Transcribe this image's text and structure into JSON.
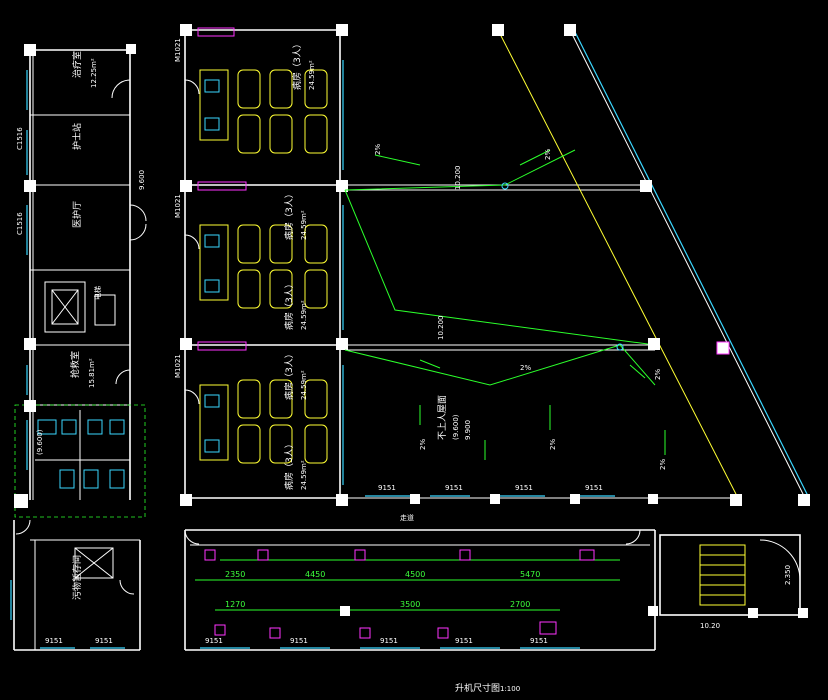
{
  "drawing": {
    "title": "升机尺寸图",
    "scale": "1:100"
  },
  "rooms": {
    "treatment": {
      "name": "治疗室",
      "area": "12.25m²"
    },
    "nurse_station": {
      "name": "护士站"
    },
    "lounge": {
      "name": "医护厅"
    },
    "elevator": {
      "name": "电梯"
    },
    "observation": {
      "name": "抢救室",
      "area": "15.81m²"
    },
    "dirt": {
      "name": "污物暂存间"
    },
    "ward_a": {
      "name": "病房（3人）",
      "area": "24.59m²"
    },
    "ward_b": {
      "name": "病房（3人）",
      "area": "24.59m²"
    },
    "ward_c": {
      "name": "病房（3人）",
      "area": "24.59m²"
    },
    "ward_d": {
      "name": "病房（3人）",
      "area": "24.59m²"
    },
    "ward_e": {
      "name": "病房（3人）",
      "area": "24.59m²"
    },
    "roof": {
      "name": "不上人屋面"
    },
    "corridor": {
      "name": "走道"
    }
  },
  "annotations": {
    "slope": "2%",
    "elev_1": "10.200",
    "elev_2": "9.600",
    "elev_3": "9.900",
    "elev_4": "(9.600)",
    "roof_elev": "(9.600)",
    "dim_9151": "9151",
    "dim_2350": "2350",
    "dim_4450": "4450",
    "dim_4500": "4500",
    "dim_5470": "5470",
    "dim_1270": "1270",
    "dim_3500": "3500",
    "dim_2700": "2700",
    "stair_dim": "2.350",
    "bottom_dim": "10.20",
    "door_m1": "M1021",
    "door_c": "C1516"
  }
}
